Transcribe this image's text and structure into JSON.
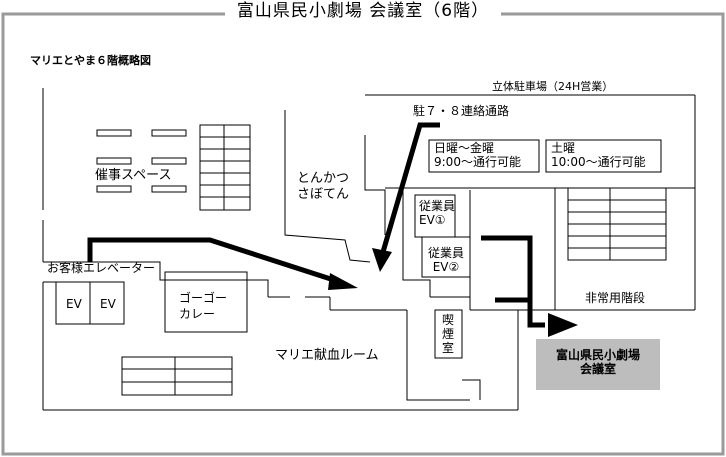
{
  "title": "富山県民小劇場 会議室（6階）",
  "subtitle": "マリエとやま６階概略図",
  "labels": {
    "parking": "立体駐車場（24H営業）",
    "corridor": "駐７・８連絡通路",
    "weekday_line1": "日曜〜金曜",
    "weekday_line2": "9:00〜通行可能",
    "saturday_line1": "土曜",
    "saturday_line2": "10:00〜通行可能",
    "event_space": "催事スペース",
    "tonkatsu_line1": "とんかつ",
    "tonkatsu_line2": "さぼてん",
    "staff_ev1_line1": "従業員",
    "staff_ev1_line2": "EV①",
    "staff_ev2_line1": "従業員",
    "staff_ev2_line2": "EV②",
    "customer_elevator": "お客様エレベーター",
    "ev_a": "EV",
    "ev_b": "EV",
    "gogo_curry_line1": "ゴーゴー",
    "gogo_curry_line2": "カレー",
    "smoking_room": "喫煙室",
    "emergency_stairs": "非常用階段",
    "blood_room": "マリエ献血ルーム",
    "destination_line1": "富山県民小劇場",
    "destination_line2": "会議室"
  },
  "colors": {
    "frame": "#9a9a9a",
    "destination_fill": "#bdbdbd",
    "lines": "#000000"
  }
}
